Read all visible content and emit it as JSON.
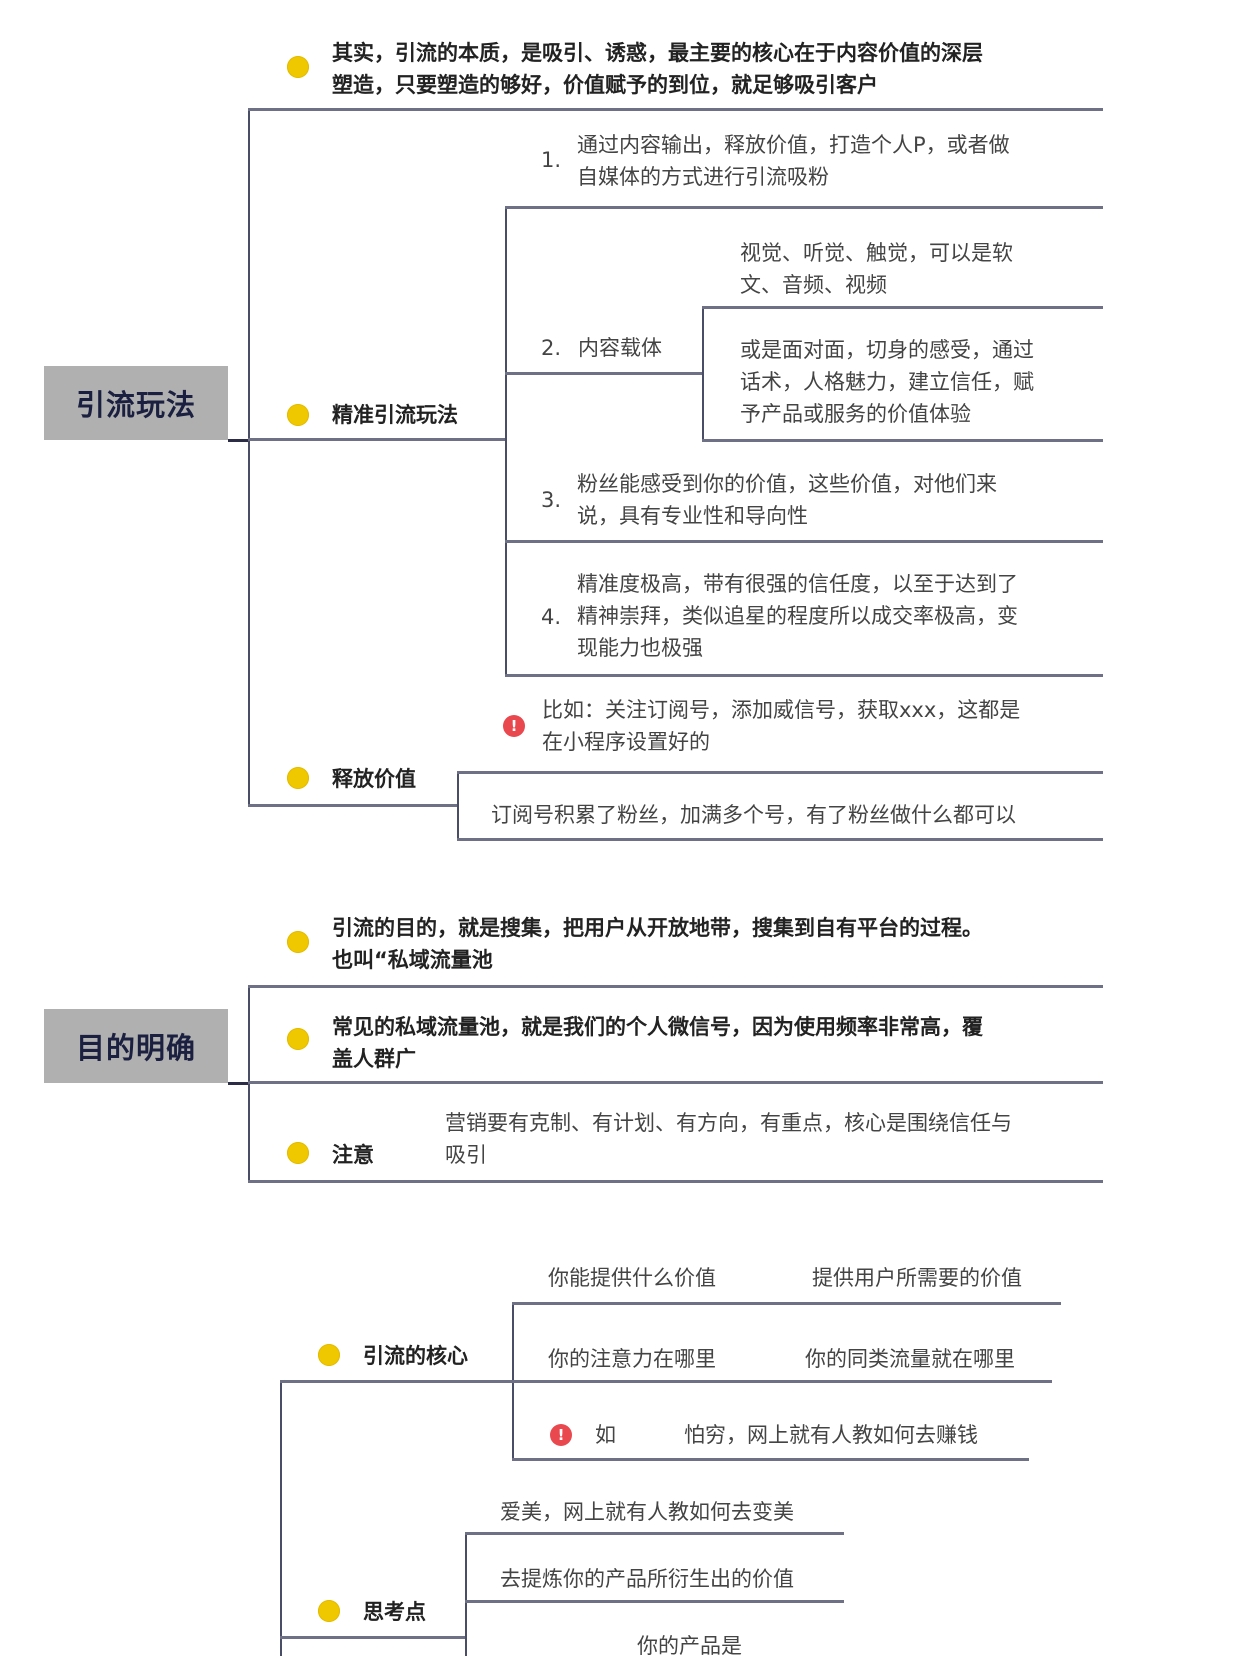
{
  "sections": [
    {
      "root_label": "引流玩法",
      "branches": [
        {
          "label": "其实，引流的本质，是吸引、诱惑，最主要的核心在于内容价值的深层",
          "label_line2": "塑造，只要塑造的够好，价值赋予的到位，就足够吸引客户",
          "icon": "yellow-dot"
        },
        {
          "label": "精准引流玩法",
          "icon": "yellow-dot",
          "children": [
            {
              "num": "1.",
              "line1": "通过内容输出，释放价值，打造个人P，或者做",
              "line2": "自媒体的方式进行引流吸粉"
            },
            {
              "num": "2.",
              "text": "内容载体",
              "children": [
                {
                  "line1": "视觉、听觉、触觉，可以是软",
                  "line2": "文、音频、视频"
                },
                {
                  "line1": "或是面对面，切身的感受，通过",
                  "line2": "话术，人格魅力，建立信任，赋",
                  "line3": "予产品或服务的价值体验"
                }
              ]
            },
            {
              "num": "3.",
              "line1": "粉丝能感受到你的价值，这些价值，对他们来",
              "line2": "说，具有专业性和导向性"
            },
            {
              "num": "4.",
              "line1": "精准度极高，带有很强的信任度，以至于达到了",
              "line2": "精神崇拜，类似追星的程度所以成交率极高，变",
              "line3": "现能力也极强"
            }
          ]
        },
        {
          "label": "释放价值",
          "icon": "yellow-dot",
          "children": [
            {
              "icon": "red-exclamation",
              "line1": "比如：关注订阅号，添加威信号，获取xxx，这都是",
              "line2": "在小程序设置好的"
            },
            {
              "text": "订阅号积累了粉丝，加满多个号，有了粉丝做什么都可以"
            }
          ]
        }
      ]
    },
    {
      "root_label": "目的明确",
      "branches": [
        {
          "label": "引流的目的，就是搜集，把用户从开放地带，搜集到自有平台的过程。",
          "label_line2": "也叫“私域流量池",
          "icon": "yellow-dot"
        },
        {
          "label": "常见的私域流量池，就是我们的个人微信号，因为使用频率非常高，覆",
          "label_line2": "盖人群广",
          "icon": "yellow-dot"
        },
        {
          "label": "注意",
          "icon": "yellow-dot",
          "note_line1": "营销要有克制、有计划、有方向，有重点，核心是围绕信任与",
          "note_line2": "吸引"
        }
      ]
    },
    {
      "branches": [
        {
          "label": "引流的核心",
          "icon": "yellow-dot",
          "rows": [
            {
              "q": "你能提供什么价值",
              "a": "提供用户所需要的价值"
            },
            {
              "q": "你的注意力在哪里",
              "a": "你的同类流量就在哪里"
            },
            {
              "icon": "red-exclamation",
              "q": "如",
              "a": "怕穷，网上就有人教如何去赚钱"
            }
          ]
        },
        {
          "label": "思考点",
          "icon": "yellow-dot",
          "children": [
            {
              "text": "爱美，网上就有人教如何去变美"
            },
            {
              "text": "去提炼你的产品所衍生出的价值"
            },
            {
              "text": "你的产品是"
            }
          ]
        }
      ]
    }
  ],
  "colors": {
    "root_box": "#b0b0b0",
    "root_text": "#1c2040",
    "bullet": "#f0c800",
    "warning": "#e8484e",
    "line": "#6e7186"
  },
  "icons": {
    "warning_glyph": "!"
  }
}
